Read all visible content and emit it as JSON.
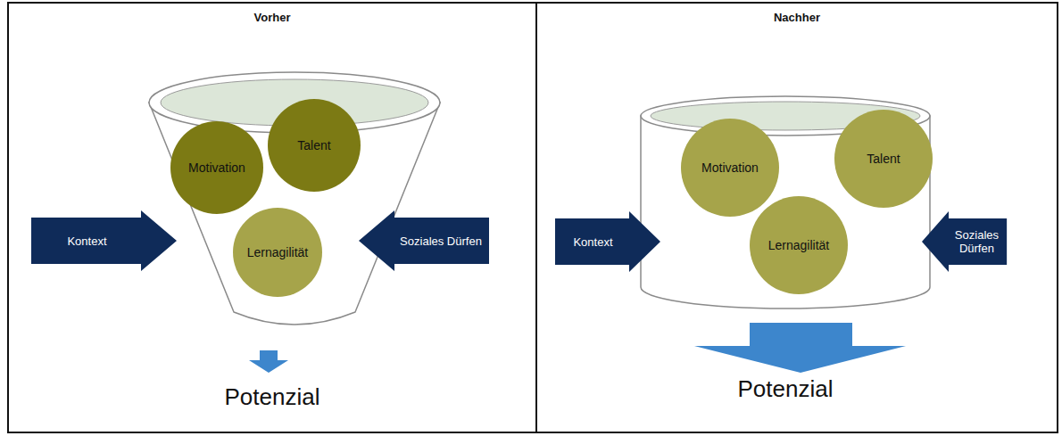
{
  "diagram": {
    "nodes": [
      {
        "text": [
          "Vorher"
        ]
      },
      {
        "text": [
          "Motivation"
        ],
        "in": 0
      },
      {
        "text": [
          "Talent"
        ],
        "in": 0
      },
      {
        "text": [
          "Lernagilität"
        ],
        "in": 0
      },
      {
        "text": [
          "Kontext"
        ],
        "in": 0
      },
      {
        "text": [
          "Soziales Dürfen"
        ],
        "in": 0
      },
      {
        "text": [
          "Nachher"
        ]
      },
      {
        "text": [
          "Motivation"
        ],
        "in": 6
      },
      {
        "text": [
          "Talent"
        ],
        "in": 6
      },
      {
        "text": [
          "Lernagilität"
        ],
        "in": 6
      },
      {
        "text": [
          "Kontext"
        ],
        "in": 6
      },
      {
        "text": [
          "Soziales Dürfen"
        ],
        "in": 6
      }
    ],
    "labels": [
      "Potenzial",
      "Potenzial"
    ]
  }
}
